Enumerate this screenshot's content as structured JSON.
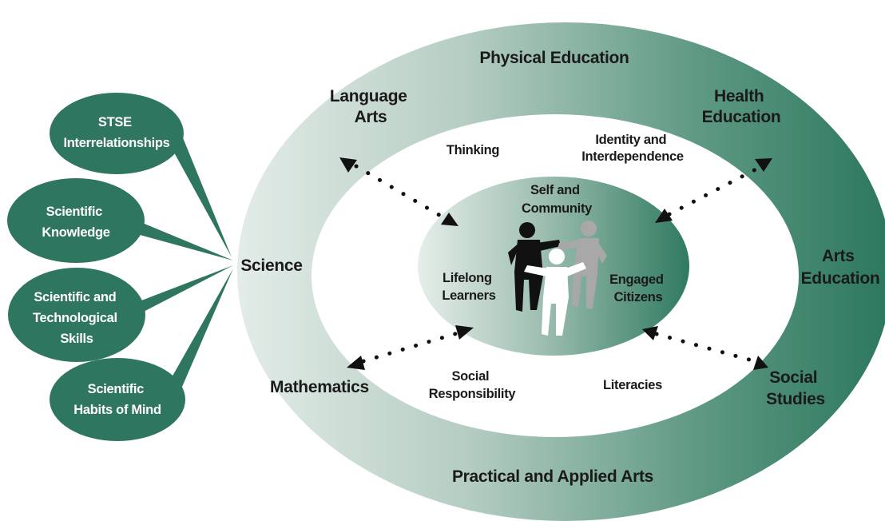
{
  "outer_ring": {
    "top": "Physical Education",
    "bottom": "Practical and Applied Arts",
    "language_arts": [
      "Language",
      "Arts"
    ],
    "health": [
      "Health",
      "Education"
    ],
    "arts": [
      "Arts",
      "Education"
    ],
    "science": "Science",
    "mathematics": "Mathematics",
    "social_studies": [
      "Social",
      "Studies"
    ]
  },
  "middle_ring": {
    "thinking": "Thinking",
    "identity": [
      "Identity and",
      "Interdependence"
    ],
    "social_responsibility": [
      "Social",
      "Responsibility"
    ],
    "literacies": "Literacies"
  },
  "center": {
    "self_community": [
      "Self and",
      "Community"
    ],
    "lifelong": [
      "Lifelong",
      "Learners"
    ],
    "engaged": [
      "Engaged",
      "Citizens"
    ]
  },
  "bubbles": [
    [
      "STSE",
      "Interrelationships"
    ],
    [
      "Scientific",
      "Knowledge"
    ],
    [
      "Scientific and",
      "Technological",
      "Skills"
    ],
    [
      "Scientific",
      "Habits of Mind"
    ]
  ],
  "colors": {
    "dark_green": "#2e7a60",
    "light_green": "#dfe9e4",
    "bubble": "#2f7660",
    "figure_black": "#111111",
    "figure_gray": "#a9a9a9",
    "figure_white": "#ffffff"
  }
}
